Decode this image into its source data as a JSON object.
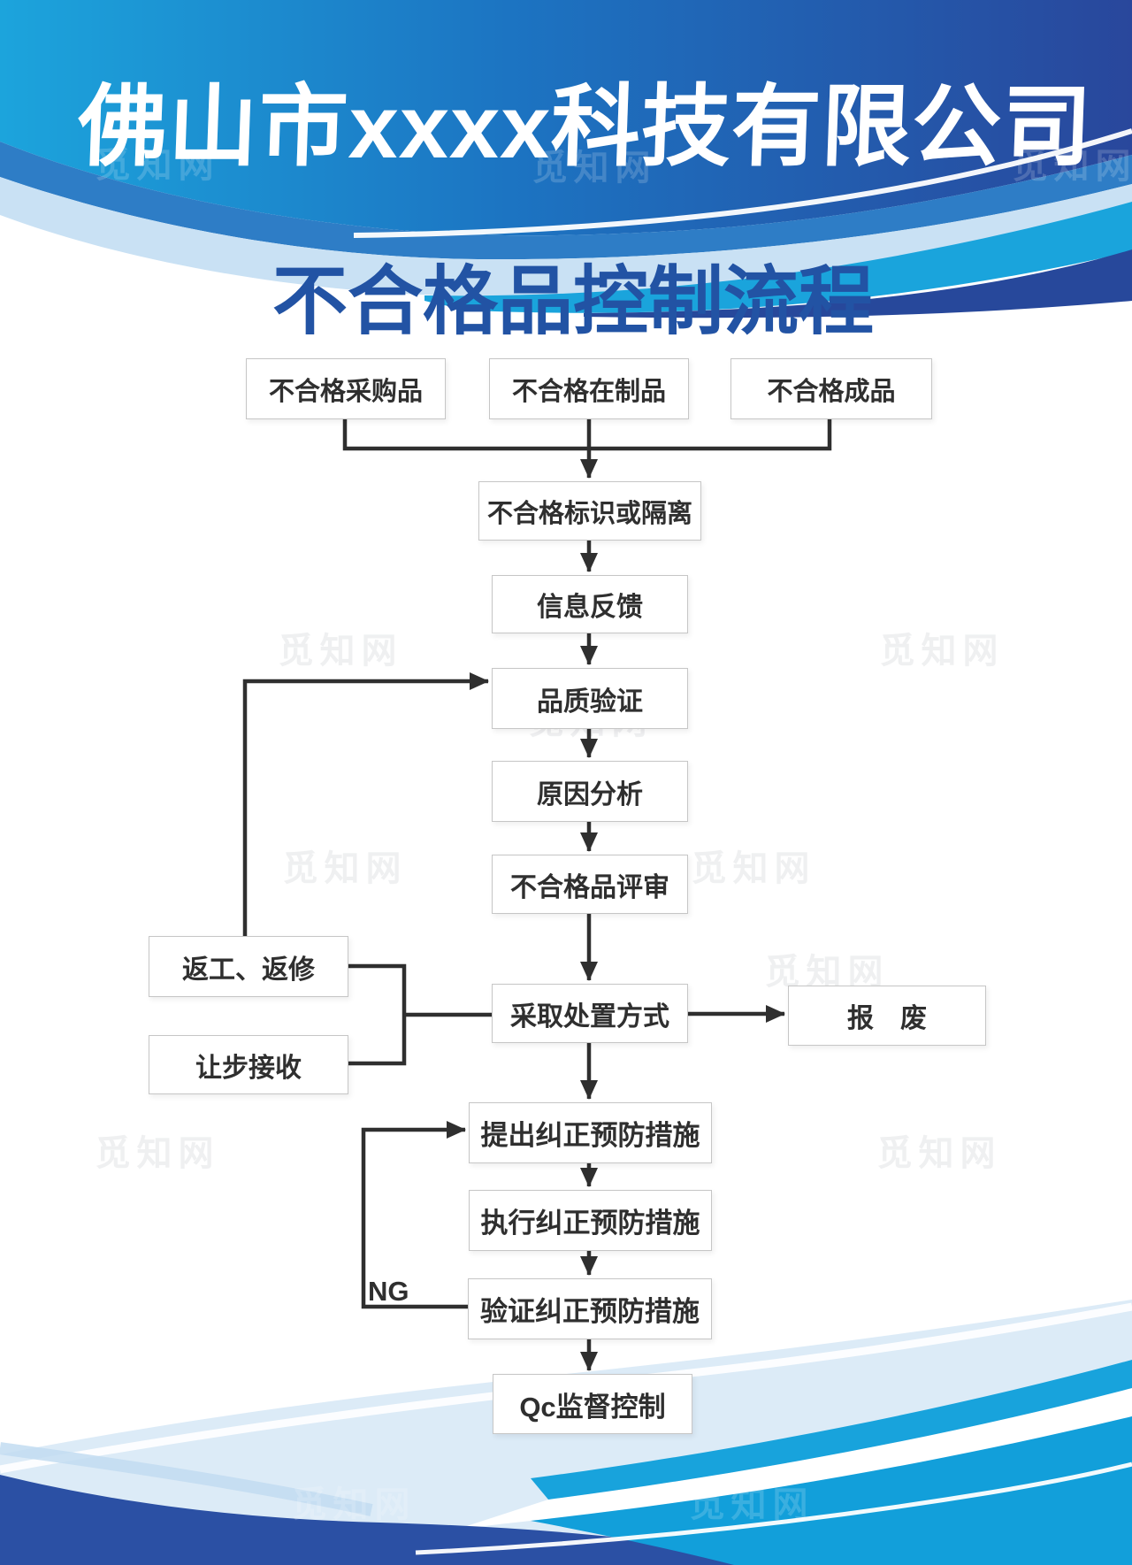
{
  "header": {
    "company_name": "佛山市xxxx科技有限公司",
    "page_title": "不合格品控制流程"
  },
  "watermark_text": "觅知网",
  "flowchart": {
    "nodes": [
      {
        "id": "defective-purchased",
        "label": "不合格采购品"
      },
      {
        "id": "defective-in-process",
        "label": "不合格在制品"
      },
      {
        "id": "defective-finished",
        "label": "不合格成品"
      },
      {
        "id": "mark-or-isolate",
        "label": "不合格标识或隔离"
      },
      {
        "id": "info-feedback",
        "label": "信息反馈"
      },
      {
        "id": "quality-verification",
        "label": "品质验证"
      },
      {
        "id": "cause-analysis",
        "label": "原因分析"
      },
      {
        "id": "nonconforming-review",
        "label": "不合格品评审"
      },
      {
        "id": "rework-repair",
        "label": "返工、返修"
      },
      {
        "id": "concession-acceptance",
        "label": "让步接收"
      },
      {
        "id": "disposal-method",
        "label": "采取处置方式"
      },
      {
        "id": "scrap",
        "label": "报　废"
      },
      {
        "id": "propose-capa",
        "label": "提出纠正预防措施"
      },
      {
        "id": "execute-capa",
        "label": "执行纠正预防措施"
      },
      {
        "id": "verify-capa",
        "label": "验证纠正预防措施"
      },
      {
        "id": "qc-supervision",
        "label": "Qc监督控制"
      }
    ],
    "edge_label_ng": "NG"
  },
  "colors": {
    "banner_gradient_left": "#1ca4dc",
    "banner_gradient_right": "#29479c",
    "title_blue": "#2253a4",
    "light_band": "#c9e1f4",
    "cyan_ribbon": "#18a3dc",
    "navy_ribbon": "#27489b",
    "footer_deep_blue": "#2b50a4",
    "arrow": "#2f2f2f"
  }
}
